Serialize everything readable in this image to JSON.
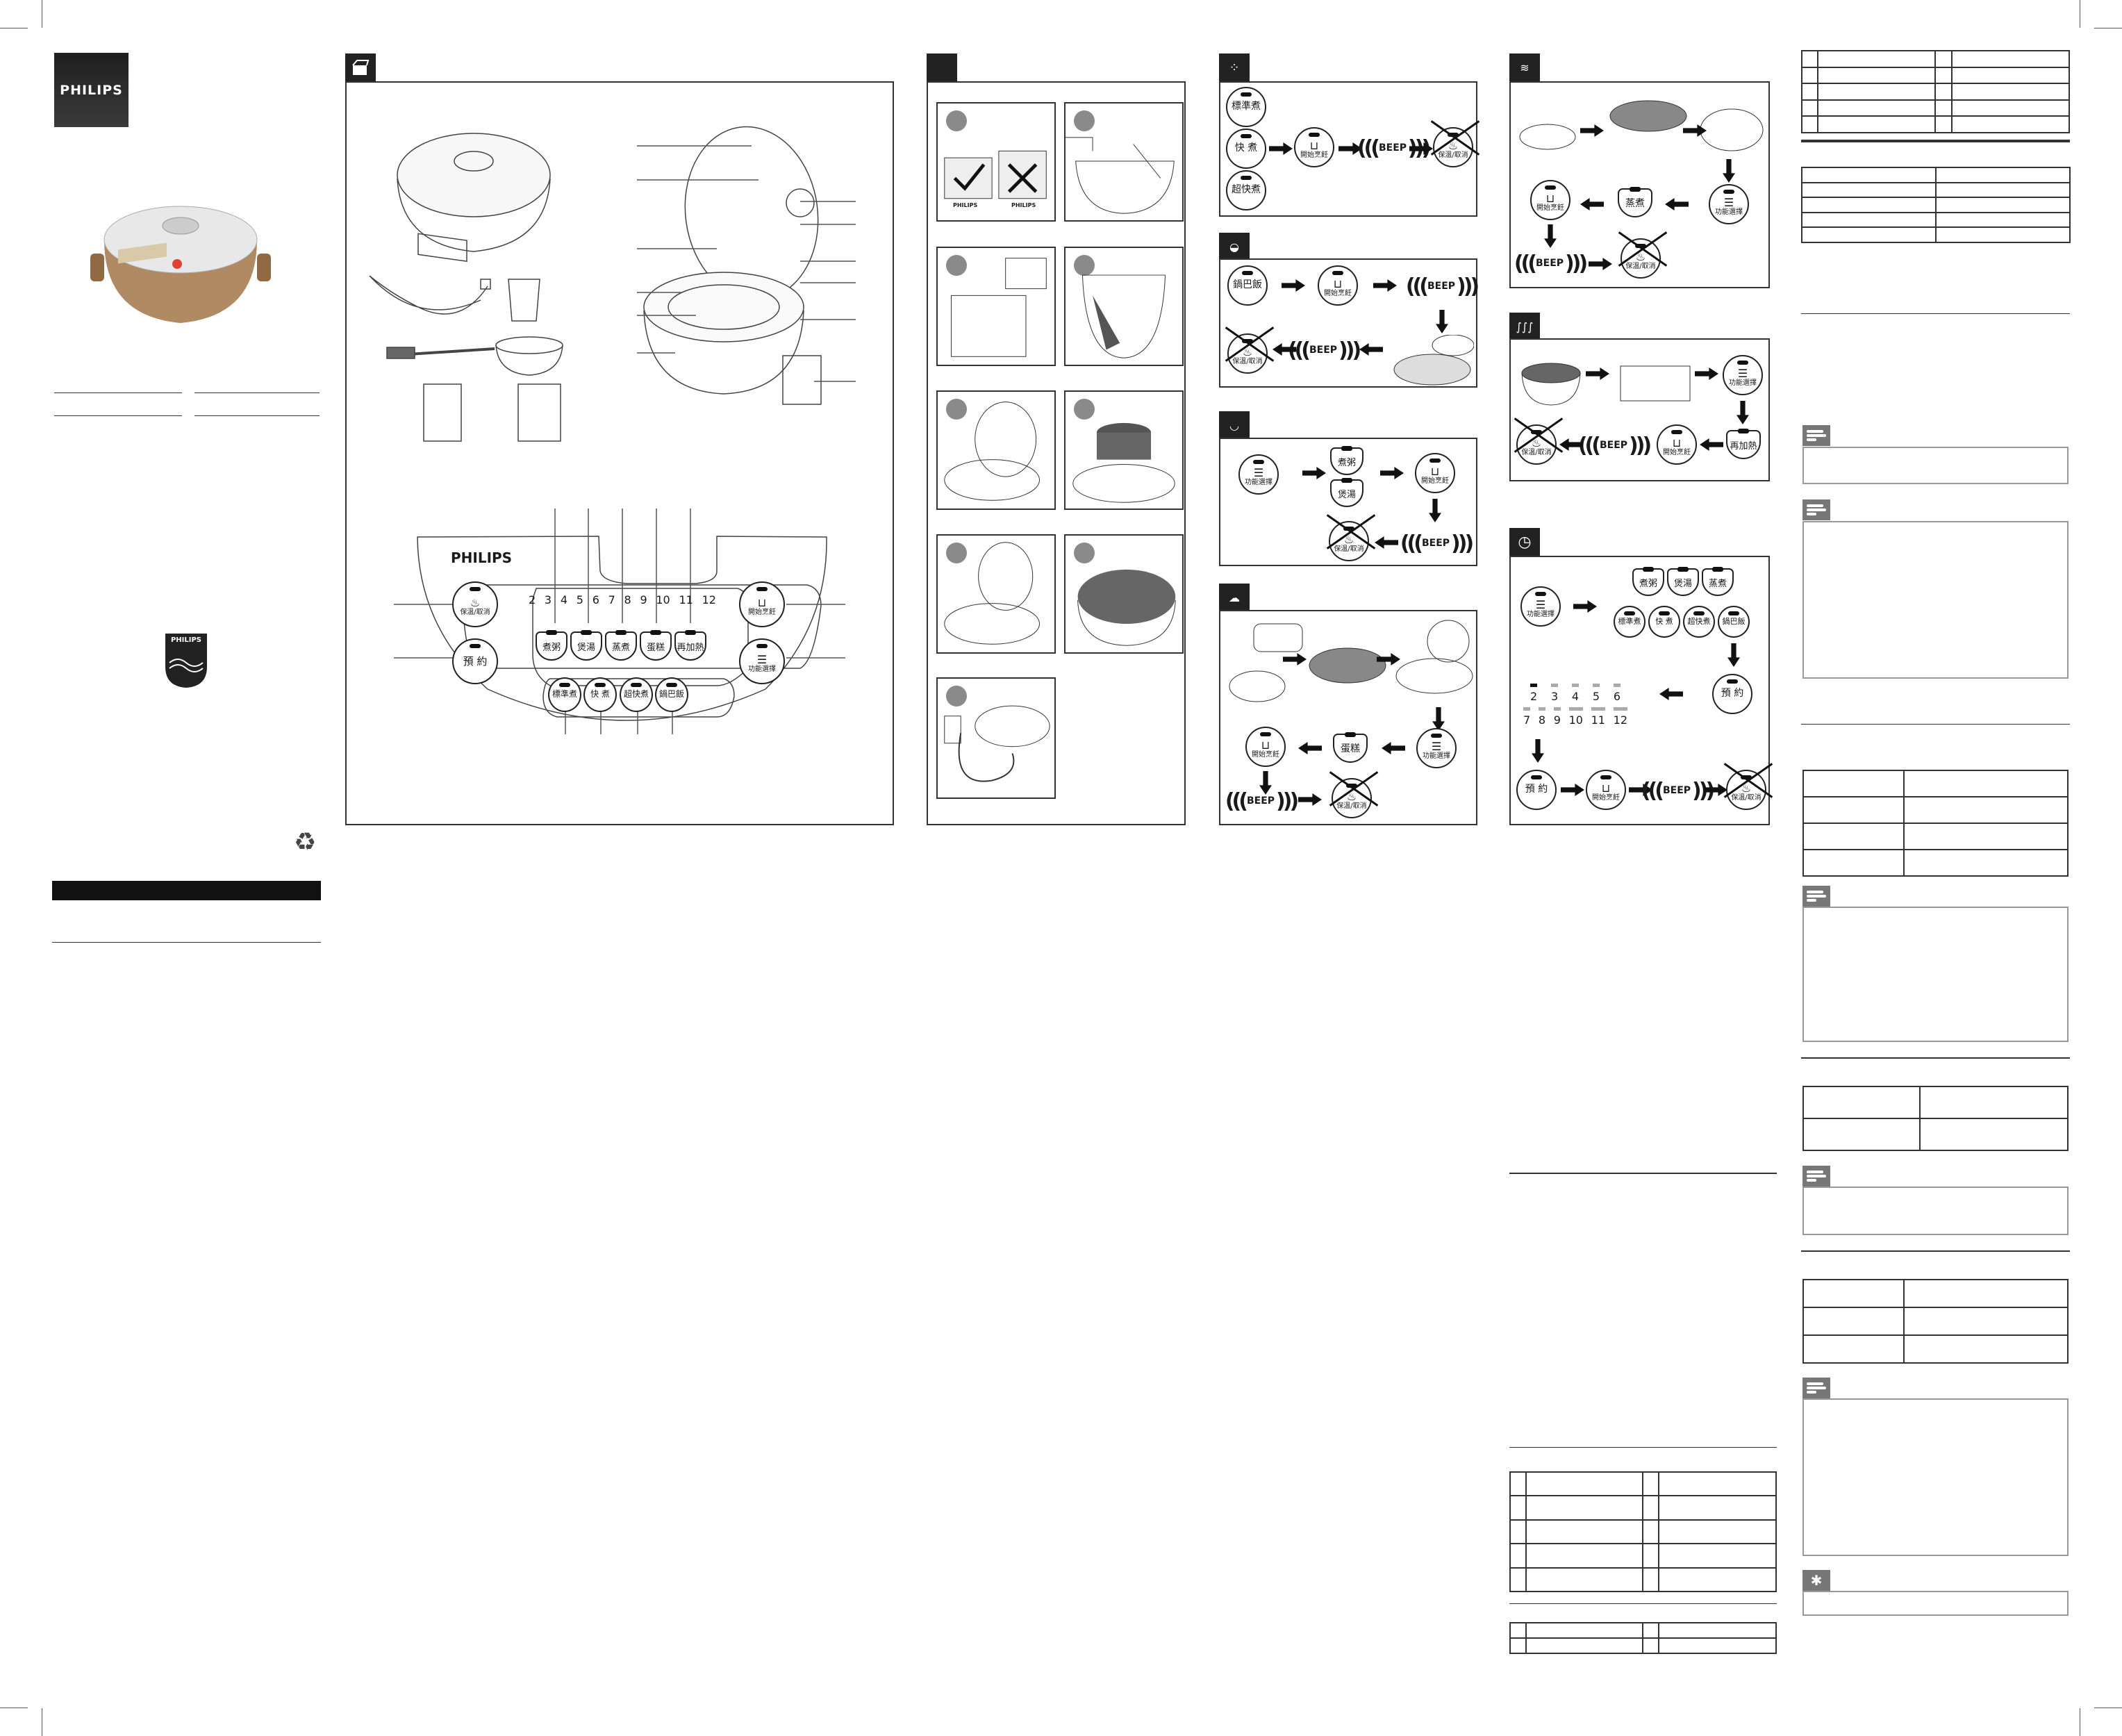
{
  "brand": "PHILIPS",
  "labels": {
    "keep_warm": "保溫/取消",
    "timer": "預 約",
    "start": "開始烹飪",
    "menu": "功能選擇",
    "porridge": "煮粥",
    "soup": "煲湯",
    "steam": "蒸煮",
    "cake": "蛋糕",
    "reheat": "再加熱",
    "regular": "標準煮",
    "quick": "快 煮",
    "super_quick": "超快煮",
    "crispy": "鍋巴飯",
    "beep": "BEEP"
  },
  "control_panel": {
    "brand": "PHILIPS",
    "hours": [
      "2",
      "3",
      "4",
      "5",
      "6",
      "7",
      "8",
      "9",
      "10",
      "11",
      "12"
    ]
  },
  "timer_hours_row1": [
    "2",
    "3",
    "4",
    "5",
    "6"
  ],
  "timer_hours_row2": [
    "7",
    "8",
    "9",
    "10",
    "11",
    "12"
  ],
  "step_illustration": {
    "cup_brand": "PHILIPS"
  }
}
